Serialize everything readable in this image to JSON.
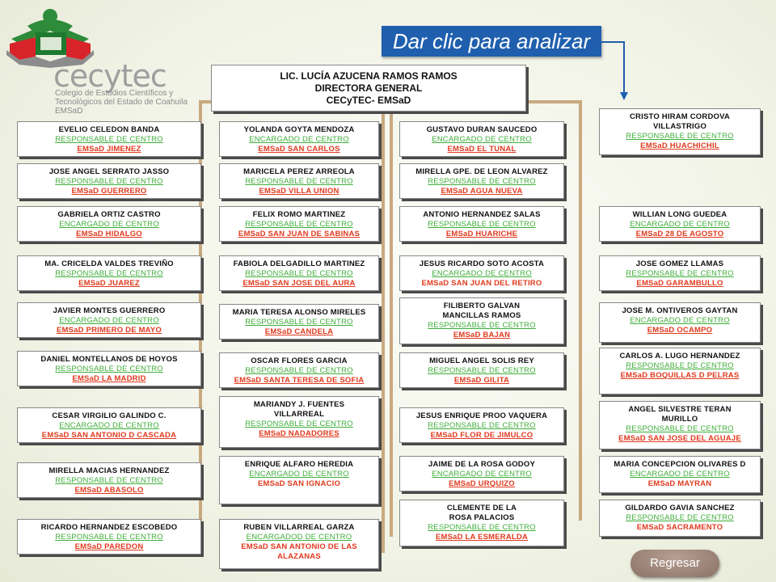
{
  "brand": {
    "logo_name": "cecytec",
    "subtitle_lines": [
      "Colegio de Estudios Científicos y",
      "Tecnológicos del Estado de Coahuila",
      "EMSaD"
    ]
  },
  "cta": "Dar clic para analizar",
  "director": {
    "line1": "LIC. LUCÍA AZUCENA RAMOS RAMOS",
    "line2": "DIRECTORA GENERAL",
    "line3": "CECyTEC- EMSaD"
  },
  "colors": {
    "cta": "#1f5fae",
    "role": "#3fae3a",
    "center": "#e03a1e",
    "connector": "#c8a97f"
  },
  "centers": [
    {
      "name": "EVELIO CELEDON BANDA",
      "role": "RESPONSABLE DE CENTRO",
      "center": "EMSaD JIMENEZ"
    },
    {
      "name": "JOSE ANGEL SERRATO JASSO",
      "role": "RESPONSABLE DE CENTRO",
      "center": "EMSaD GUERRERO"
    },
    {
      "name": "GABRIELA ORTIZ CASTRO",
      "role": "ENCARGADO DE CENTRO",
      "center": "EMSaD HIDALGO"
    },
    {
      "name": "MA. CRICELDA VALDES TREVIÑO",
      "role": "RESPONSABLE DE CENTRO",
      "center": "EMSaD JUAREZ"
    },
    {
      "name": "JAVIER MONTES GUERRERO",
      "role": "ENCARGADO DE CENTRO",
      "center": "EMSaD PRIMERO DE MAYO"
    },
    {
      "name": "DANIEL MONTELLANOS DE HOYOS",
      "role": "RESPONSABLE DE CENTRO",
      "center": "EMSaD LA MADRID"
    },
    {
      "name": "CESAR VIRGILIO GALINDO C.",
      "role": "ENCARGADO DE CENTRO",
      "center": "EMSaD SAN ANTONIO D CASCADA"
    },
    {
      "name": "MIRELLA MACIAS HERNANDEZ",
      "role": "RESPONSABLE DE CENTRO",
      "center": "EMSaD ABASOLO"
    },
    {
      "name": "RICARDO HERNANDEZ ESCOBEDO",
      "role": "RESPONSABLE DE CENTRO",
      "center": "EMSaD PAREDON"
    },
    {
      "name": "YOLANDA GOYTA MENDOZA",
      "role": "ENCARGADO DE CENTRO",
      "center": "EMSaD SAN CARLOS"
    },
    {
      "name": "MARICELA PEREZ ARREOLA",
      "role": "RESPONSABLE DE CENTRO",
      "center": "EMSaD VILLA UNION"
    },
    {
      "name": "FELIX ROMO MARTINEZ",
      "role": "RESPONSABLE DE CENTRO",
      "center": "EMSaD SAN JUAN DE SABINAS"
    },
    {
      "name": "FABIOLA DELGADILLO MARTINEZ",
      "role": "RESPONSABLE DE CENTRO",
      "center": "EMSaD SAN JOSE DEL AURA"
    },
    {
      "name": "MARIA TERESA ALONSO MIRELES",
      "role": "RESPONSABLE DE CENTRO",
      "center": "EMSaD CANDELA"
    },
    {
      "name": "OSCAR FLORES GARCIA",
      "role": "RESPONSABLE DE CENTRO",
      "center": "EMSaD SANTA TERESA DE SOFIA"
    },
    {
      "name": "MARIANDY J. FUENTES VILLARREAL",
      "role": "RESPONSABLE DE CENTRO",
      "center": "EMSaD NADADORES"
    },
    {
      "name": "ENRIQUE ALFARO HEREDIA",
      "role": "ENCARGADO DE CENTRO",
      "center": "EMSaD SAN IGNACIO"
    },
    {
      "name": "RUBEN VILLARREAL GARZA",
      "role": "ENCARGADOD DE CENTRO",
      "center": "EMSaD SAN ANTONIO DE LAS ALAZANAS"
    },
    {
      "name": "GUSTAVO DURAN SAUCEDO",
      "role": "ENCARGADO DE CENTRO",
      "center": "EMSaD EL TUNAL"
    },
    {
      "name": "MIRELLA GPE. DE LEON ALVAREZ",
      "role": "RESPONSABLE DE CENTRO",
      "center": "EMSaD AGUA NUEVA"
    },
    {
      "name": "ANTONIO HERNANDEZ SALAS",
      "role": "RESPONSABLE DE CENTRO",
      "center": "EMSaD HUARICHE"
    },
    {
      "name": "JESUS RICARDO SOTO ACOSTA",
      "role": "ENCARGADO DE CENTRO",
      "center": "EMSaD SAN JUAN DEL RETIRO"
    },
    {
      "name": "FILIBERTO GALVAN MANCILLAS RAMOS",
      "role": "RESPONSABLE DE CENTRO",
      "center": "EMSaD BAJAN"
    },
    {
      "name": "MIGUEL ANGEL SOLIS REY",
      "role": "RESPONSABLE DE CENTRO",
      "center": "EMSaD GILITA"
    },
    {
      "name": "JESUS ENRIQUE PROO VAQUERA",
      "role": "RESPONSABLE DE CENTRO",
      "center": "EMSaD FLOR DE JIMULCO"
    },
    {
      "name": "JAIME DE LA ROSA GODOY",
      "role": "ENCARGADO DE CENTRO",
      "center": "EMSaD URQUIZO"
    },
    {
      "name": "CLEMENTE DE LA ROSA PALACIOS",
      "role": "RESPONSABLE DE CENTRO",
      "center": "EMSaD LA ESMERALDA"
    },
    {
      "name": "CRISTO HIRAM CORDOVA VILLASTRIGO",
      "role": "RESPONSABLE DE CENTRO",
      "center": "EMSaD HUACHICHIL"
    },
    {
      "name": "WILLIAN LONG GUEDEA",
      "role": "ENCARGADO DE CENTRO",
      "center": "EMSaD 28 DE AGOSTO"
    },
    {
      "name": "JOSE GOMEZ LLAMAS",
      "role": "RESPONSABLE DE CENTRO",
      "center": "EMSaD GARAMBULLO"
    },
    {
      "name": "JOSE M. ONTIVEROS GAYTAN",
      "role": "ENCARGADO DE CENTRO",
      "center": "EMSaD OCAMPO"
    },
    {
      "name": "CARLOS A. LUGO HERNANDEZ",
      "role": "RESPONSABLE DE CENTRO",
      "center": "EMSaD BOQUILLAS D PELRAS"
    },
    {
      "name": "ANGEL SILVESTRE TERAN MURILLO",
      "role": "RESPONSABLE DE CENTRO",
      "center": "EMSaD SAN JOSE DEL AGUAJE"
    },
    {
      "name": "MARIA CONCEPCION OLIVARES D",
      "role": "ENCARGADO DE CENTRO",
      "center": "EMSaD MAYRAN"
    },
    {
      "name": "GILDARDO GAVIA SANCHEZ",
      "role": "RESPONSABLE DE CENTRO",
      "center": "EMSaD SACRAMENTO"
    }
  ],
  "back_button": "Regresar"
}
